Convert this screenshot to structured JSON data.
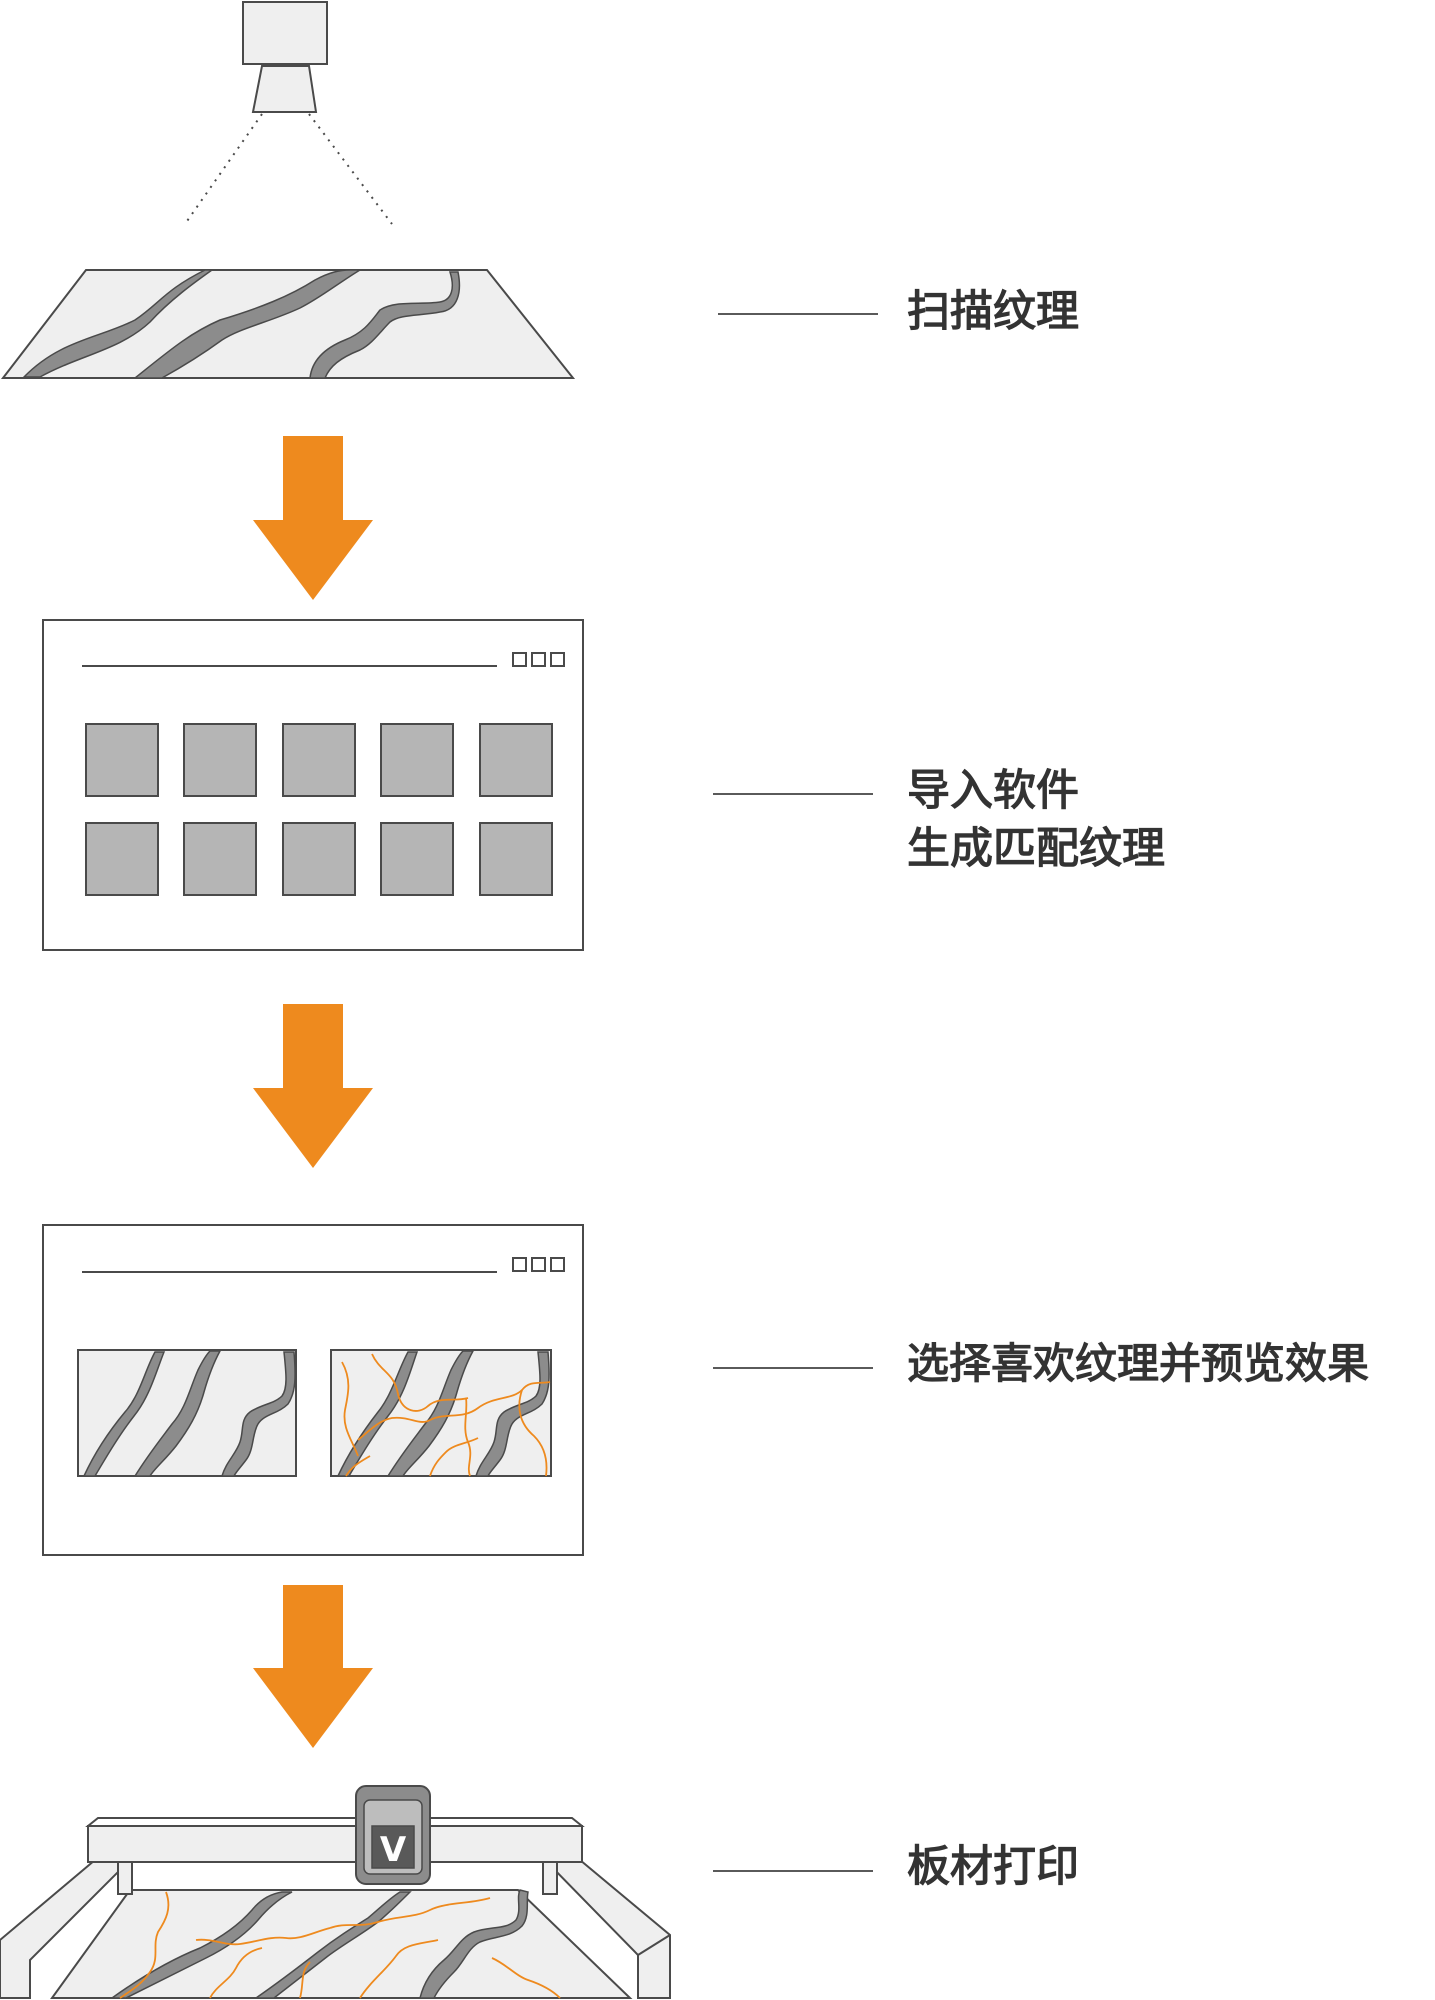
{
  "colors": {
    "arrow": "#EE8A1E",
    "marble_bg": "#EFEFEF",
    "vein": "#8C8C8C",
    "thumb": "#B5B5B5",
    "line": "#4A4A4A",
    "orange_vein": "#EE8A1E",
    "logo_bg": "#595959"
  },
  "steps": [
    {
      "id": "scan",
      "lines": [
        "扫描纹理"
      ]
    },
    {
      "id": "import",
      "lines": [
        "导入软件",
        "生成匹配纹理"
      ]
    },
    {
      "id": "preview",
      "lines": [
        "选择喜欢纹理并预览效果"
      ]
    },
    {
      "id": "print",
      "lines": [
        "板材打印"
      ]
    }
  ],
  "printer_logo": "V"
}
